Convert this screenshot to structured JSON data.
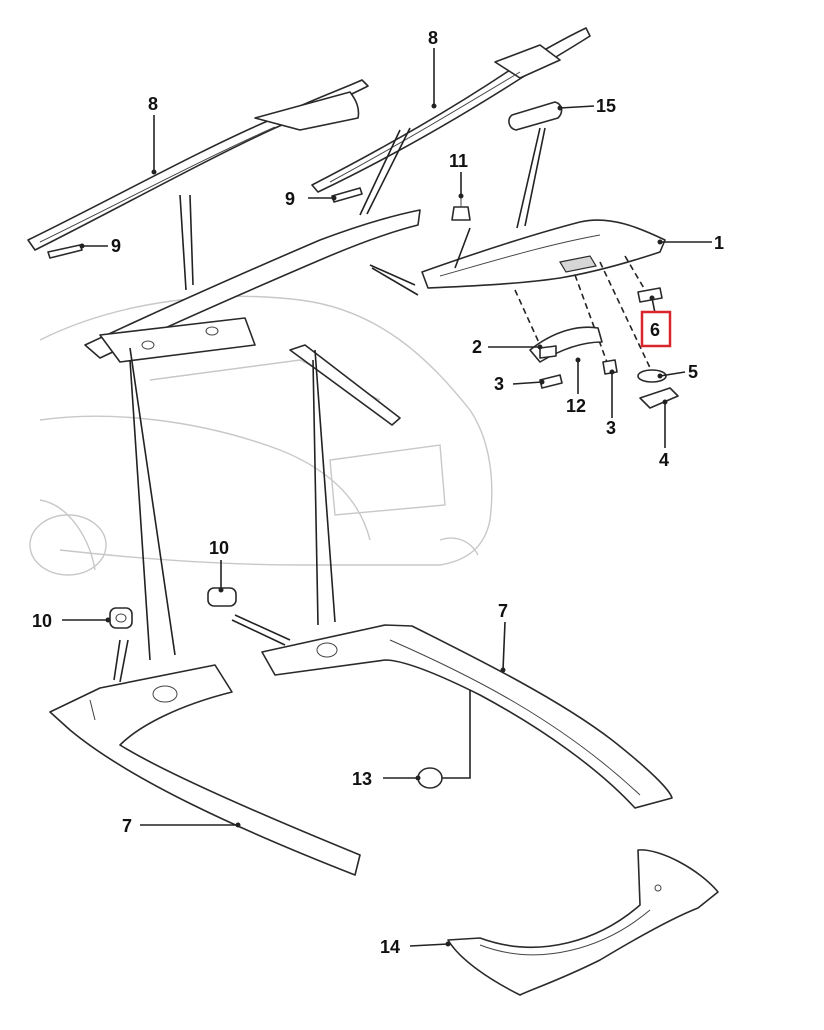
{
  "diagram": {
    "callouts": [
      {
        "id": "c8a",
        "text": "8"
      },
      {
        "id": "c8b",
        "text": "8"
      },
      {
        "id": "c15",
        "text": "15"
      },
      {
        "id": "c11",
        "text": "11"
      },
      {
        "id": "c1",
        "text": "1"
      },
      {
        "id": "c9a",
        "text": "9"
      },
      {
        "id": "c9b",
        "text": "9"
      },
      {
        "id": "c6",
        "text": "6"
      },
      {
        "id": "c2",
        "text": "2"
      },
      {
        "id": "c5",
        "text": "5"
      },
      {
        "id": "c3a",
        "text": "3"
      },
      {
        "id": "c12",
        "text": "12"
      },
      {
        "id": "c3b",
        "text": "3"
      },
      {
        "id": "c4",
        "text": "4"
      },
      {
        "id": "c10a",
        "text": "10"
      },
      {
        "id": "c10b",
        "text": "10"
      },
      {
        "id": "c7a",
        "text": "7"
      },
      {
        "id": "c13",
        "text": "13"
      },
      {
        "id": "c7b",
        "text": "7"
      },
      {
        "id": "c14",
        "text": "14"
      }
    ],
    "highlight": {
      "callout": "6",
      "color": "#d9262b"
    }
  }
}
